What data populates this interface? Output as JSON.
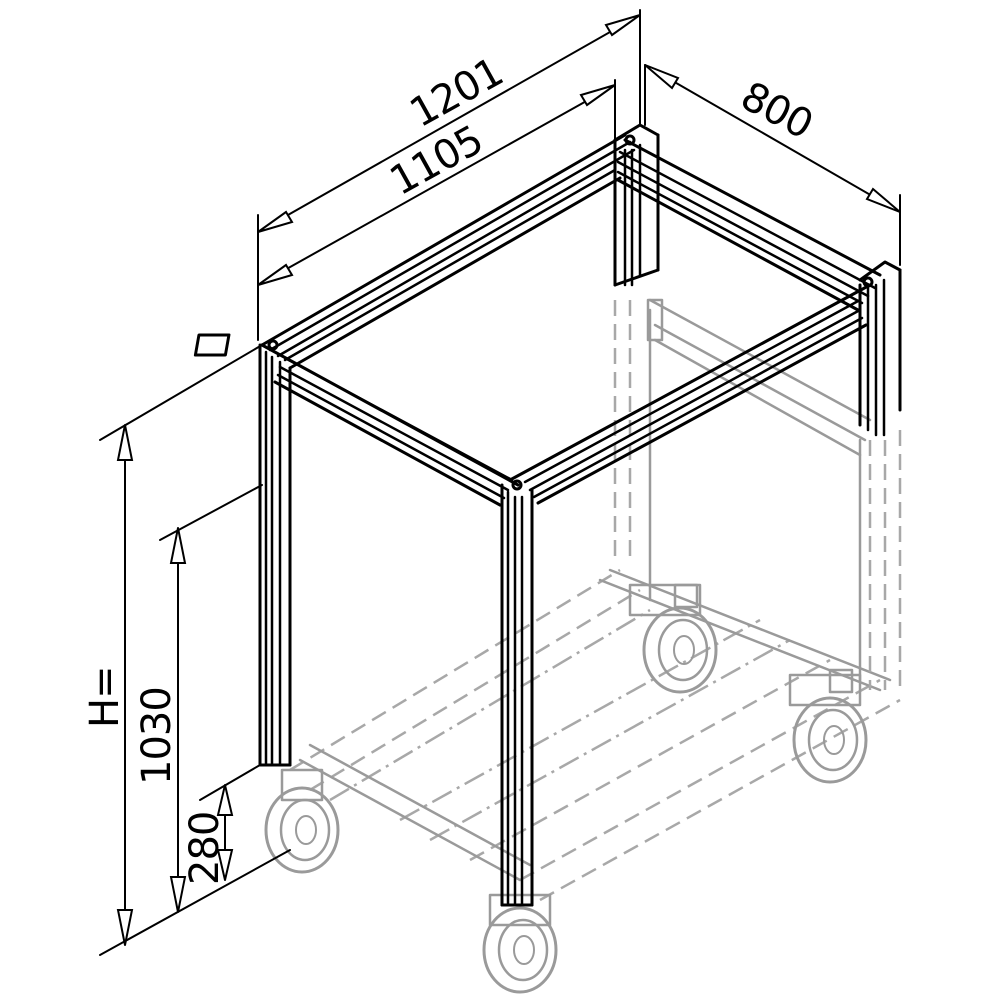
{
  "dimensions": {
    "outer_width": "1201",
    "inner_width": "1105",
    "depth": "800",
    "height_label": "H=",
    "height_frame": "1030",
    "height_base": "280"
  },
  "colors": {
    "ink": "#000000",
    "ghost": "#9a9a9a"
  }
}
